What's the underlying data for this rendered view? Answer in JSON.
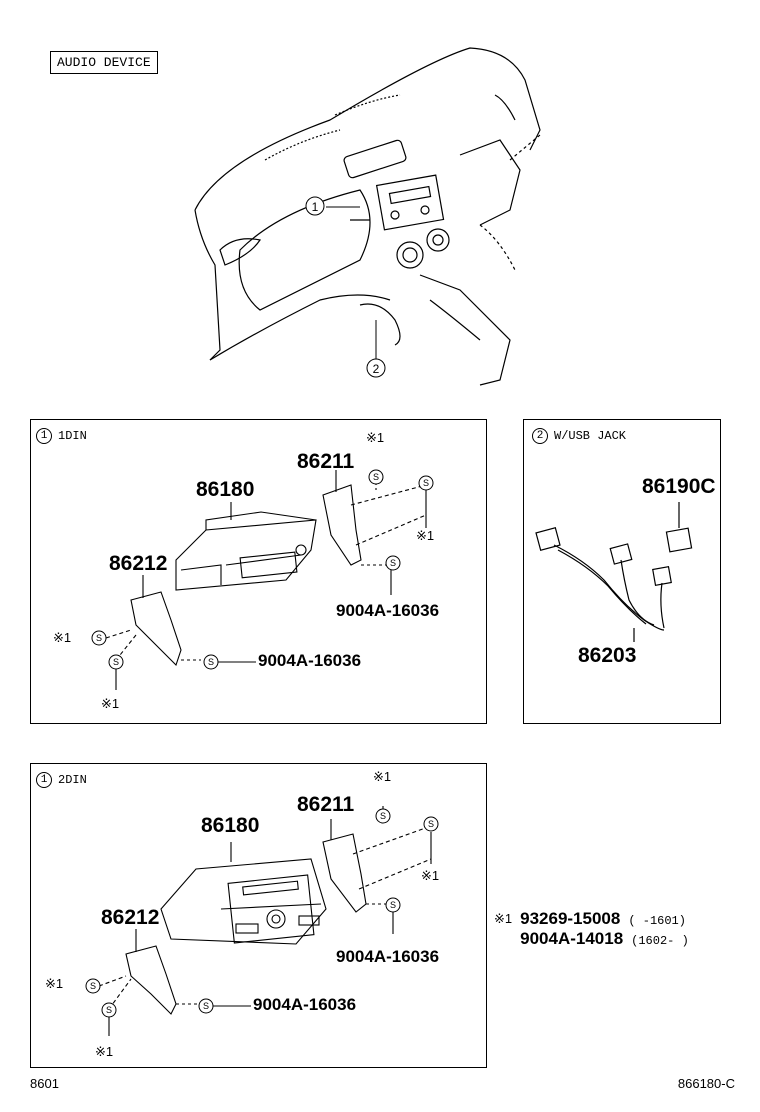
{
  "title": "AUDIO DEVICE",
  "overview": {
    "callout_1": "1",
    "callout_2": "2"
  },
  "panel_1din": {
    "marker": "1",
    "label": "1DIN",
    "parts": {
      "unit": "86180",
      "bracket_right": "86211",
      "bracket_left": "86212",
      "screw_right": "9004A-16036",
      "screw_left": "9004A-16036"
    },
    "ref_marks": {
      "top": "※1",
      "right": "※1",
      "left": "※1",
      "bottom": "※1"
    },
    "s_symbol": "S"
  },
  "panel_usb": {
    "marker": "2",
    "label": "W/USB JACK",
    "parts": {
      "connector": "86190C",
      "harness": "86203"
    }
  },
  "panel_2din": {
    "marker": "1",
    "label": "2DIN",
    "parts": {
      "unit": "86180",
      "bracket_right": "86211",
      "bracket_left": "86212",
      "screw_right": "9004A-16036",
      "screw_left": "9004A-16036"
    },
    "ref_marks": {
      "top": "※1",
      "right": "※1",
      "left": "※1",
      "bottom": "※1"
    },
    "s_symbol": "S"
  },
  "legend": {
    "mark": "※1",
    "rows": [
      {
        "part": "93269-15008",
        "range": "(    -1601)"
      },
      {
        "part": "9004A-14018",
        "range": "(1602-    )"
      }
    ]
  },
  "footer": {
    "left": "8601",
    "right": "866180-C"
  }
}
